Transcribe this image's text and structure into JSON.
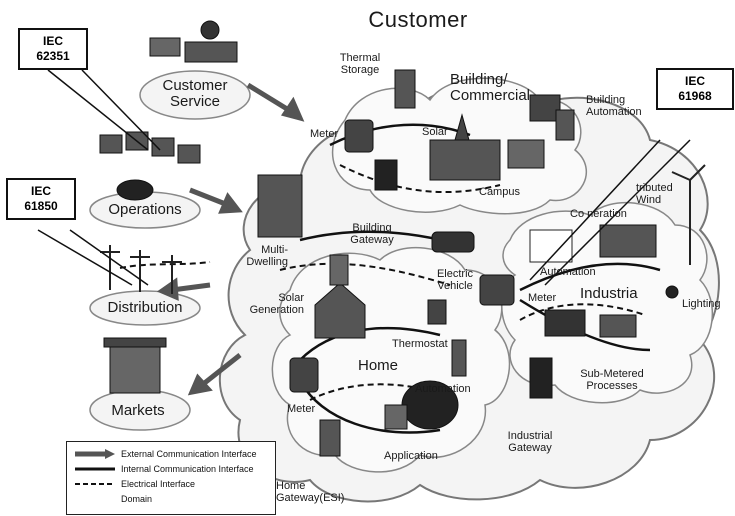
{
  "title": "Customer",
  "iec_boxes": [
    "IEC\n62351",
    "IEC\n61850",
    "IEC\n61968"
  ],
  "domains": {
    "customer_service": "Customer\nService",
    "operations": "Operations",
    "distribution": "Distribution",
    "markets": "Markets",
    "building": "Building/\nCommercial",
    "home": "Home",
    "industrial": "Industria"
  },
  "labels": {
    "thermal_storage": "Thermal\nStorage",
    "building_automation": "Building\nAutomation",
    "meter_building": "Meter",
    "solar_building": "Solar",
    "campus": "Campus",
    "multi_dwelling": "Multi-\nDwelling",
    "building_gateway": "Building\nGateway",
    "electric_vehicle": "Electric\nVehicle",
    "solar_generation": "Solar\nGeneration",
    "thermostat": "Thermostat",
    "automation_home": "Automation",
    "meter_home": "Meter",
    "application": "Application",
    "home_gateway": "Home\nGateway(ESI)",
    "distributed_wind": "tributed\nWind",
    "cogeneration": "Co neration",
    "automation_industry": "Automation",
    "meter_industry": "Meter",
    "lighting": "Lighting",
    "sub_metered": "Sub-Metered\nProcesses",
    "industrial_gateway": "Industrial\nGateway"
  },
  "legend": [
    "External Communication Interface",
    "Internal Communication Interface",
    "Electrical Interface",
    "Domain"
  ]
}
